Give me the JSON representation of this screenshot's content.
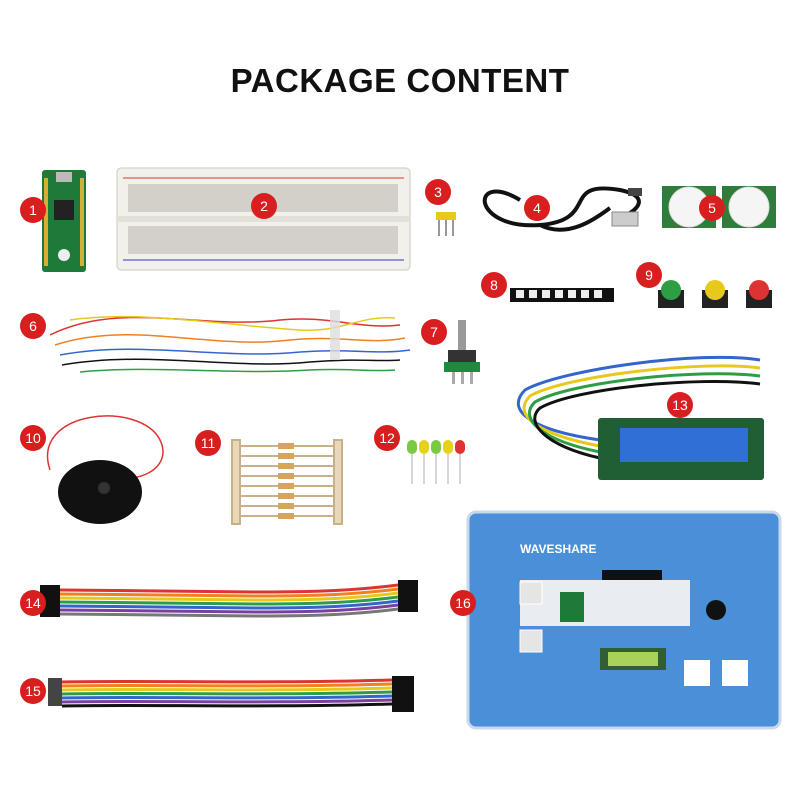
{
  "title": "PACKAGE CONTENT",
  "items": [
    {
      "number": "1",
      "icon": "pico-board-icon"
    },
    {
      "number": "2",
      "icon": "breadboard-icon"
    },
    {
      "number": "3",
      "icon": "pin-header-icon"
    },
    {
      "number": "4",
      "icon": "usb-cable-icon"
    },
    {
      "number": "5",
      "icon": "pir-sensor-icon"
    },
    {
      "number": "6",
      "icon": "jumper-wires-icon"
    },
    {
      "number": "7",
      "icon": "potentiometer-icon"
    },
    {
      "number": "8",
      "icon": "led-strip-icon"
    },
    {
      "number": "9",
      "icon": "push-buttons-icon"
    },
    {
      "number": "10",
      "icon": "buzzer-icon"
    },
    {
      "number": "11",
      "icon": "resistors-icon"
    },
    {
      "number": "12",
      "icon": "leds-icon"
    },
    {
      "number": "13",
      "icon": "lcd-module-icon"
    },
    {
      "number": "14",
      "icon": "ribbon-cable-ff-icon"
    },
    {
      "number": "15",
      "icon": "ribbon-cable-mf-icon"
    },
    {
      "number": "16",
      "icon": "storage-box-icon"
    }
  ],
  "box_brand": "WAVESHARE",
  "colors": {
    "badge": "#d81e1e",
    "box": "#4a90d9",
    "board": "#1f7a3a"
  }
}
